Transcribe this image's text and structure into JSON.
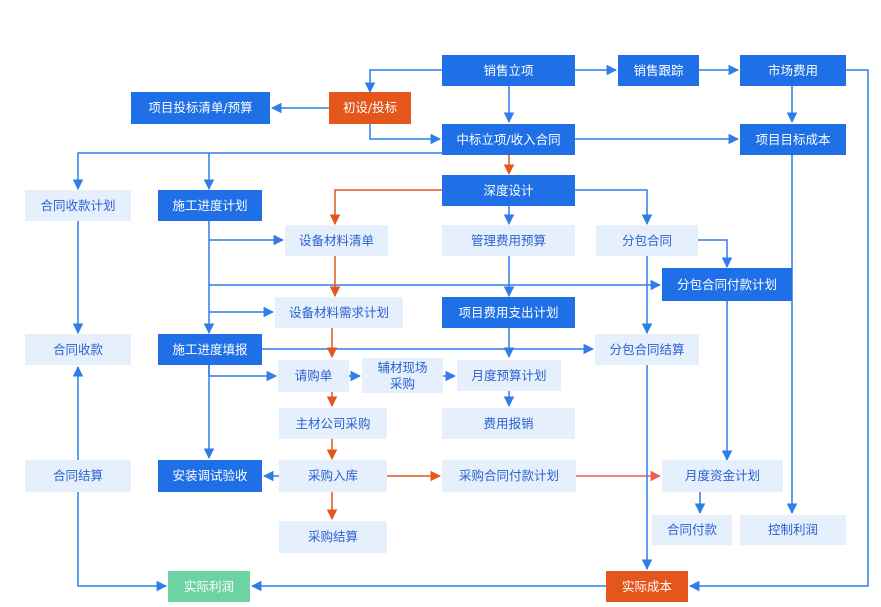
{
  "nodes": {
    "sales_project": "销售立项",
    "sales_tracking": "销售跟踪",
    "market_cost": "市场费用",
    "bid_list": "项目投标清单/预算",
    "initial_bid": "初设/投标",
    "award_contract": "中标立项/收入合同",
    "target_cost": "项目目标成本",
    "contract_collection_plan": "合同收款计划",
    "construction_schedule_plan": "施工进度计划",
    "deep_design": "深度设计",
    "equipment_list": "设备材料清单",
    "mgmt_budget": "管理费用预算",
    "subcontract": "分包合同",
    "subcontract_payment_plan": "分包合同付款计划",
    "equipment_demand_plan": "设备材料需求计划",
    "project_expense_plan": "项目费用支出计划",
    "contract_collection": "合同收款",
    "construction_progress_report": "施工进度填报",
    "subcontract_settlement": "分包合同结算",
    "purchase_request": "请购单",
    "aux_material_line1": "辅材现场",
    "aux_material_line2": "采购",
    "monthly_budget_plan": "月度预算计划",
    "main_material_purchase": "主材公司采购",
    "expense_reimbursement": "费用报销",
    "contract_settlement": "合同结算",
    "install_acceptance": "安装调试验收",
    "purchase_inbound": "采购入库",
    "purchase_payment_plan": "采购合同付款计划",
    "monthly_fund_plan": "月度资金计划",
    "purchase_settlement": "采购结算",
    "contract_payment": "合同付款",
    "control_profit": "控制利润",
    "actual_profit": "实际利润",
    "actual_cost": "实际成本"
  },
  "colors": {
    "solid_fill": "#1f6fe6",
    "light_fill": "#e6effc",
    "light_text": "#2a62d0",
    "accent_orange": "#e4561c",
    "accent_green": "#6dd3a2",
    "edge_blue": "#2f7de8",
    "edge_orange": "#e4561c",
    "edge_red": "#f05c5c"
  }
}
